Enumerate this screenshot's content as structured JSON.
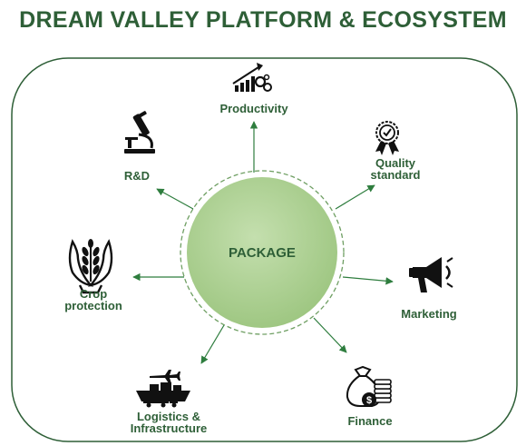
{
  "title": "DREAM VALLEY PLATFORM & ECOSYSTEM",
  "center": {
    "label": "PACKAGE"
  },
  "nodes": [
    {
      "id": "productivity",
      "lines": [
        "Productivity"
      ],
      "icon": "growth-chart-icon"
    },
    {
      "id": "quality",
      "lines": [
        "Quality",
        "standard"
      ],
      "icon": "award-badge-icon"
    },
    {
      "id": "marketing",
      "lines": [
        "Marketing"
      ],
      "icon": "megaphone-icon"
    },
    {
      "id": "finance",
      "lines": [
        "Finance"
      ],
      "icon": "money-bag-coins-icon"
    },
    {
      "id": "logistics",
      "lines": [
        "Logistics &",
        "Infrastructure"
      ],
      "icon": "plane-ship-truck-icon"
    },
    {
      "id": "crop",
      "lines": [
        "Crop",
        "protection"
      ],
      "icon": "hands-wheat-icon"
    },
    {
      "id": "rd",
      "lines": [
        "R&D"
      ],
      "icon": "microscope-icon"
    }
  ],
  "colors": {
    "primary": "#2e5f37",
    "circle_fill": "#a9cf8e",
    "circle_dash": "#6f9f63",
    "icon": "#111111"
  }
}
